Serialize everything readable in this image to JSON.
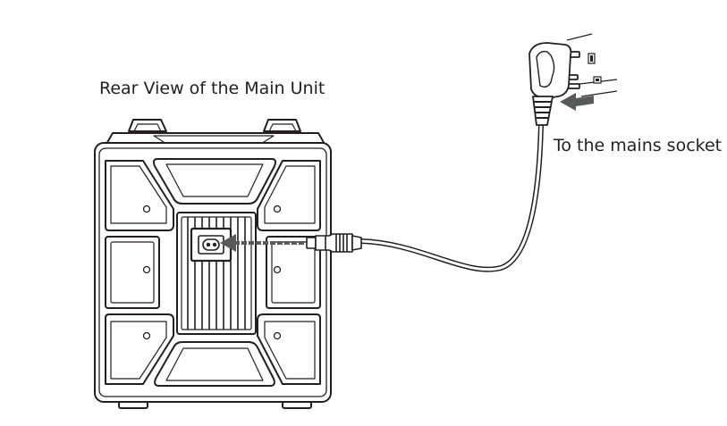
{
  "captions": {
    "rear_view": "Rear View of the Main Unit",
    "mains_socket": "To the mains socket"
  },
  "colors": {
    "line": "#231f20",
    "arrow": "#58595b",
    "fill": "#ffffff"
  },
  "icons": {
    "unit": "speaker-unit-rear",
    "inlet": "figure-8-power-inlet",
    "connector": "figure-8-power-plug",
    "plug": "uk-mains-plug",
    "socket": "wall-socket"
  }
}
